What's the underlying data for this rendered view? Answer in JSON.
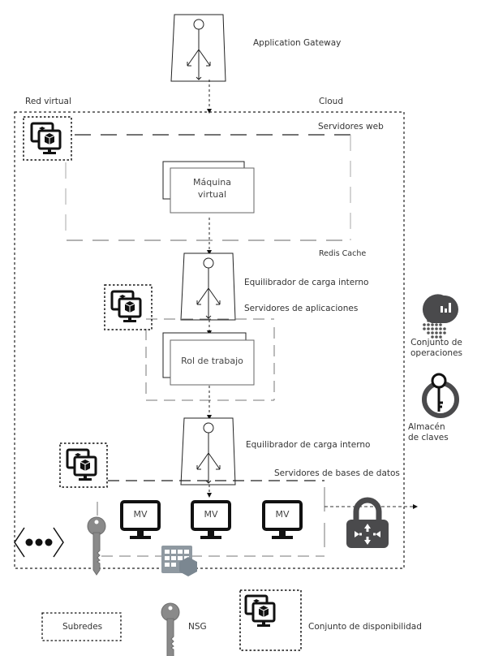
{
  "diagram": {
    "labels": {
      "app_gateway": "Application Gateway",
      "vnet": "Red virtual",
      "cloud": "Cloud",
      "web_servers": "Servidores web",
      "vm": "Máquina\nvirtual",
      "redis": "Redis Cache",
      "ilb1": "Equilibrador de carga interno",
      "app_servers": "Servidores de aplicaciones",
      "worker_role": "Rol de trabajo",
      "ilb2": "Equilibrador de carga interno",
      "db_servers": "Servidores de bases de datos",
      "mv1": "MV",
      "mv2": "MV",
      "mv3": "MV",
      "ops_suite": "Conjunto de\noperaciones",
      "key_vault": "Almacén\nde claves"
    },
    "legend": {
      "subnets": "Subredes",
      "nsg": "NSG",
      "availability_set": "Conjunto de disponibilidad"
    },
    "colors": {
      "line": "#222222",
      "gray_dash": "#9a9a9a",
      "icon_dark": "#4a4a4c",
      "key_gray": "#8a8a8a",
      "slate": "#7b8791"
    }
  }
}
